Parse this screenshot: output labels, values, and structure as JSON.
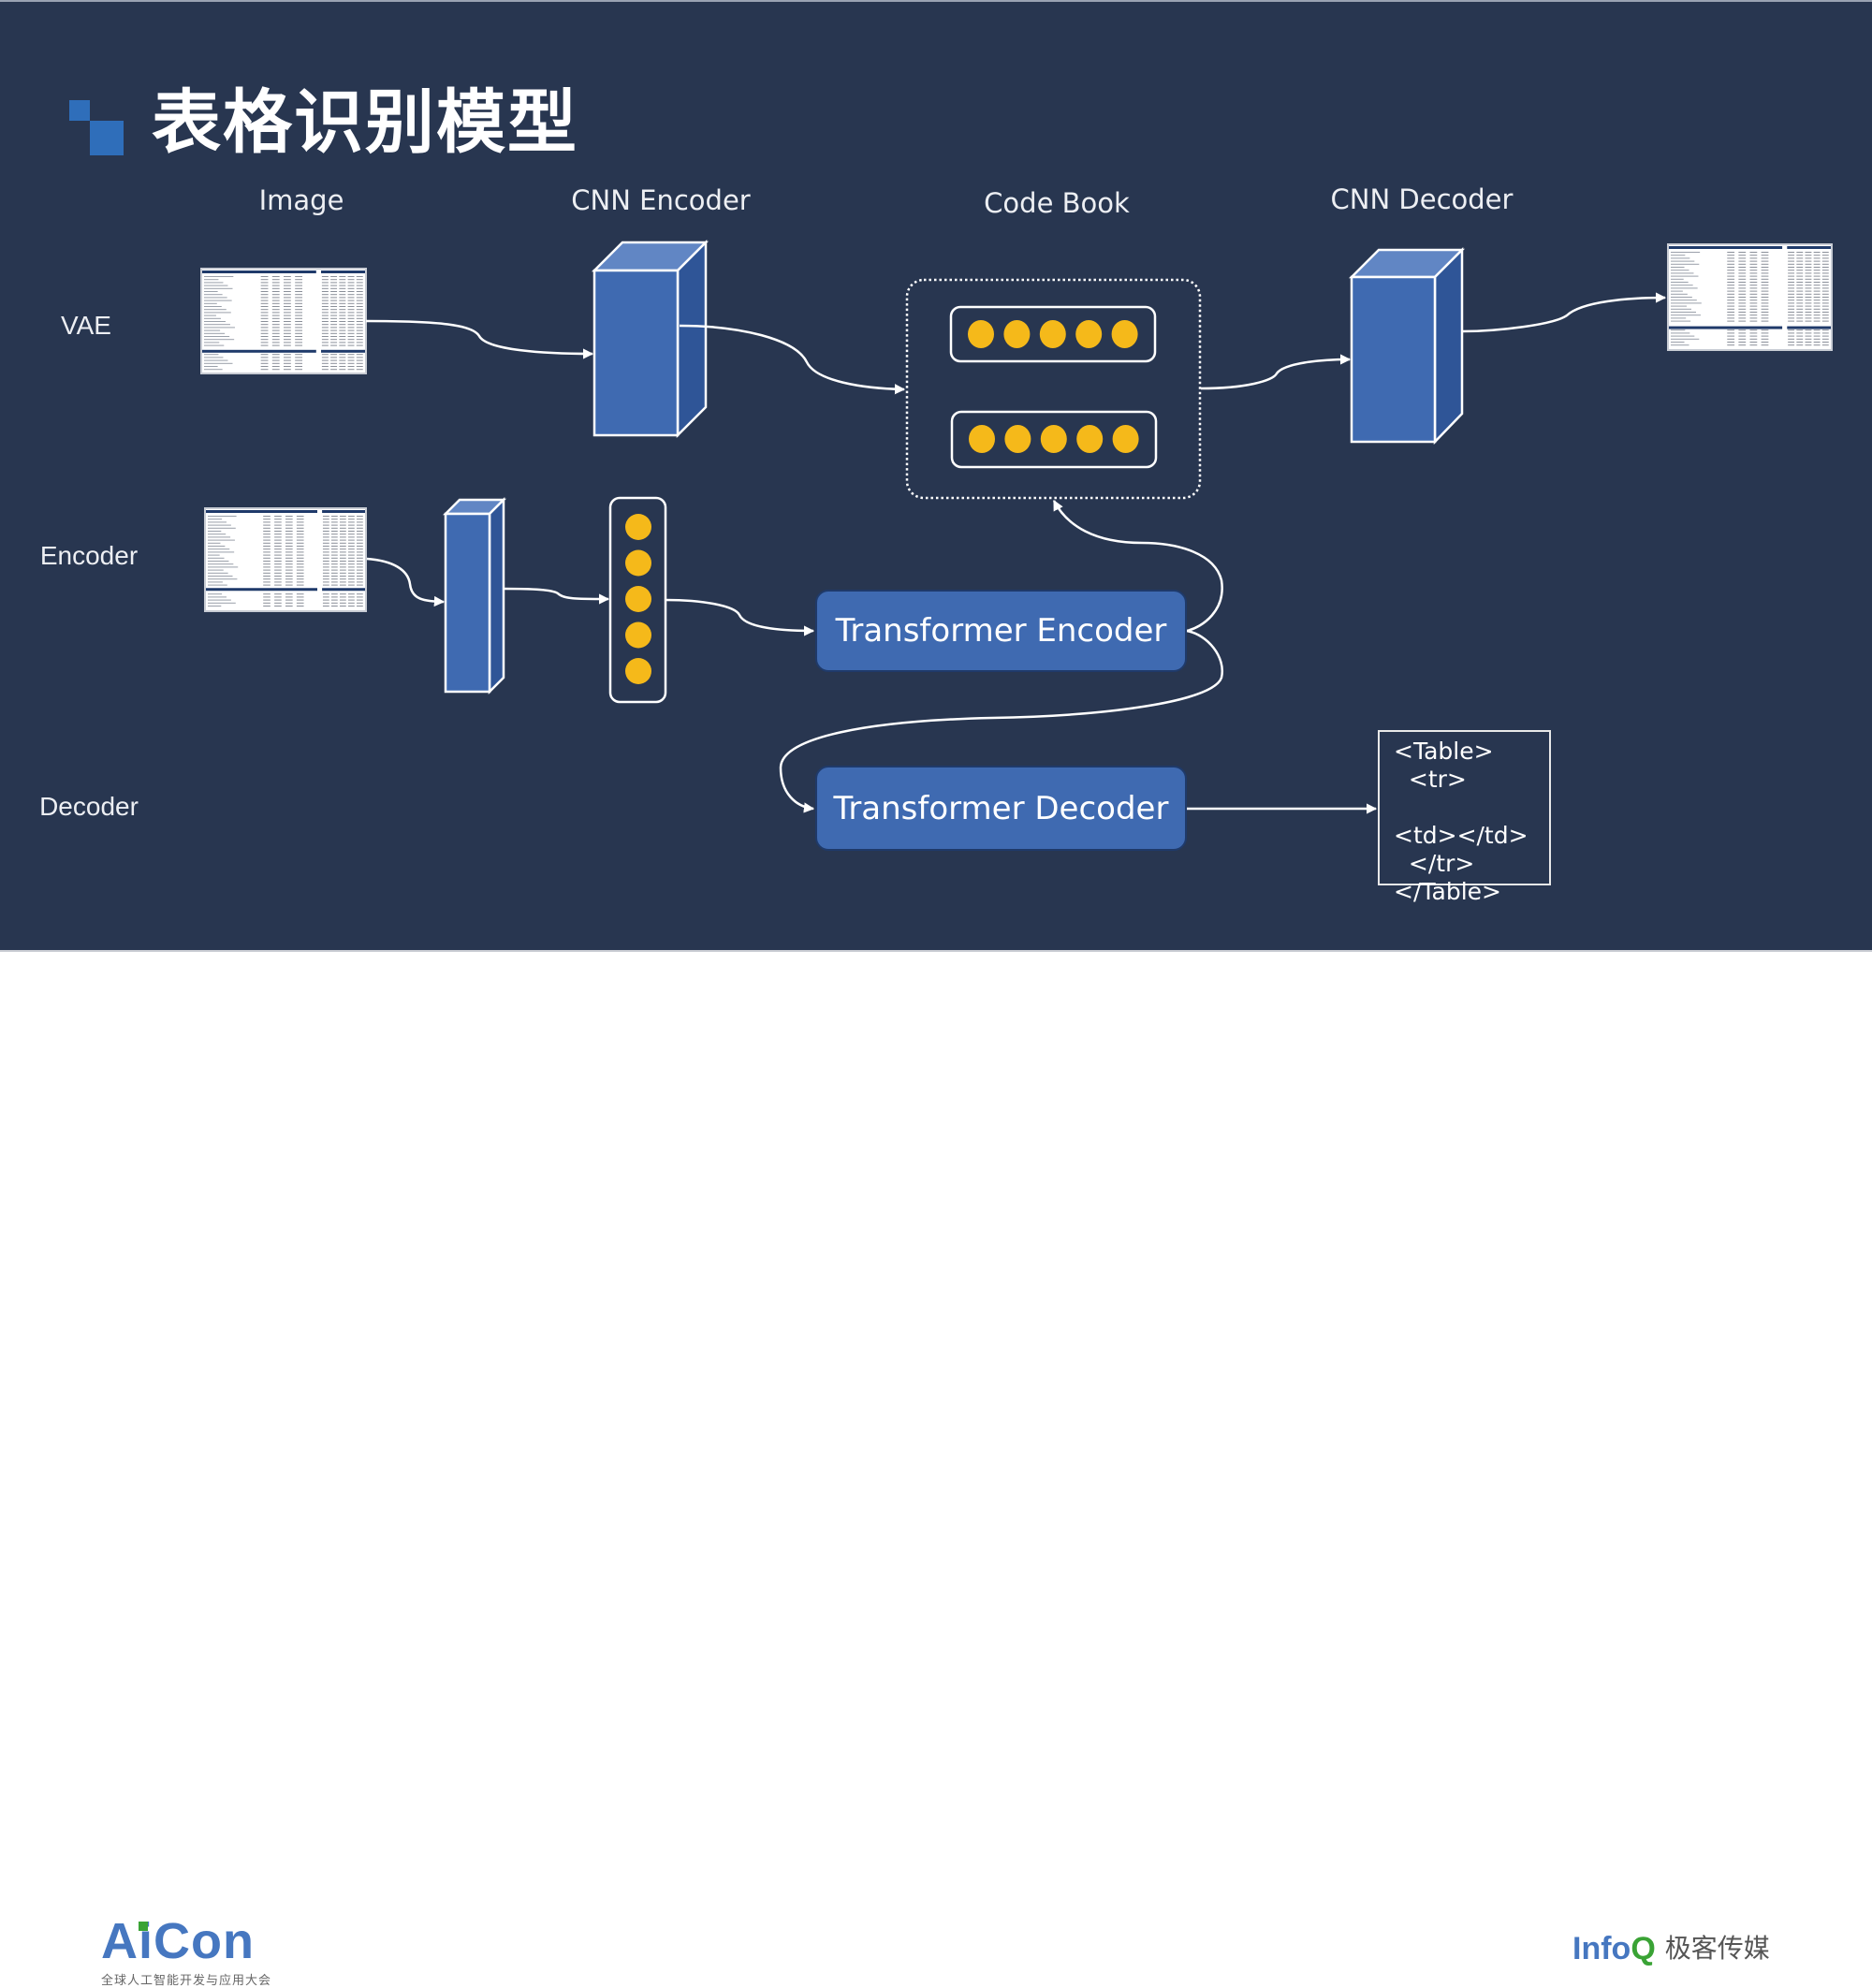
{
  "slide": {
    "title": "表格识别模型",
    "column_labels": {
      "image": "Image",
      "cnn_encoder": "CNN Encoder",
      "code_book": "Code Book",
      "cnn_decoder": "CNN Decoder"
    },
    "row_labels": {
      "vae": "VAE",
      "encoder": "Encoder",
      "decoder": "Decoder"
    },
    "nodes": {
      "transformer_encoder": "Transformer Encoder",
      "transformer_decoder": "Transformer Decoder",
      "codebook_rows": 2,
      "codebook_tokens_per_row": 5,
      "encoder_token_count": 5
    },
    "html_output_lines": [
      "<Table>",
      "  <tr>",
      "",
      "<td></td>",
      "  </tr>",
      "</Table>"
    ],
    "colors": {
      "background": "#283650",
      "block_blue": "#3F6AB1",
      "block_top": "#6186C4",
      "block_side": "#2F5597",
      "token_yellow": "#F5B91A",
      "accent": "#2F6EBA"
    }
  },
  "footer": {
    "left_logo": "AiCon",
    "left_logo_subtitle": "全球人工智能开发与应用大会",
    "right_logo_info": "Info",
    "right_logo_q": "Q",
    "right_logo_cn": "极客传媒"
  }
}
